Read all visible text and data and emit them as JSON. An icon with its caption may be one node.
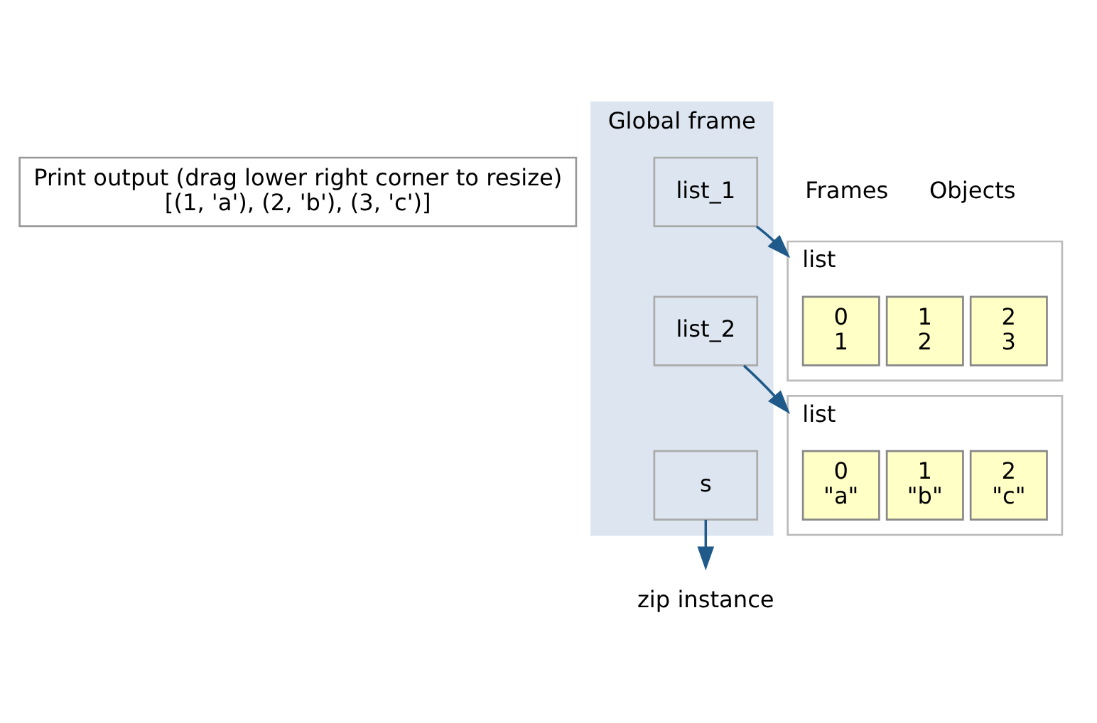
{
  "diagram": {
    "nodes": [
      {
        "text": [
          "Print output (drag lower right corner to resize)",
          "[(1, 'a'), (2, 'b'), (3, 'c')]"
        ]
      },
      {
        "text": [
          "Global frame"
        ]
      },
      {
        "text": [
          "list_1"
        ],
        "in": 1
      },
      {
        "text": [
          "list_2"
        ],
        "in": 1
      },
      {
        "text": [
          "s"
        ],
        "in": 1
      },
      {
        "text": [
          "list"
        ]
      },
      {
        "text": [
          "0",
          "1"
        ],
        "in": 5
      },
      {
        "text": [
          "1",
          "2"
        ],
        "in": 5
      },
      {
        "text": [
          "2",
          "3"
        ],
        "in": 5
      },
      {
        "text": [
          "list"
        ]
      },
      {
        "text": [
          "0",
          "\"a\""
        ],
        "in": 9
      },
      {
        "text": [
          "1",
          "\"b\""
        ],
        "in": 9
      },
      {
        "text": [
          "2",
          "\"c\""
        ],
        "in": 9
      },
      {
        "text": [
          "zip instance"
        ]
      }
    ],
    "edges": [
      {
        "from": 2,
        "to": 5,
        "arrow": "to"
      },
      {
        "from": 3,
        "to": 9,
        "arrow": "to"
      },
      {
        "from": 4,
        "to": 13,
        "arrow": "to"
      }
    ],
    "labels": [
      "Frames",
      "Objects"
    ]
  }
}
